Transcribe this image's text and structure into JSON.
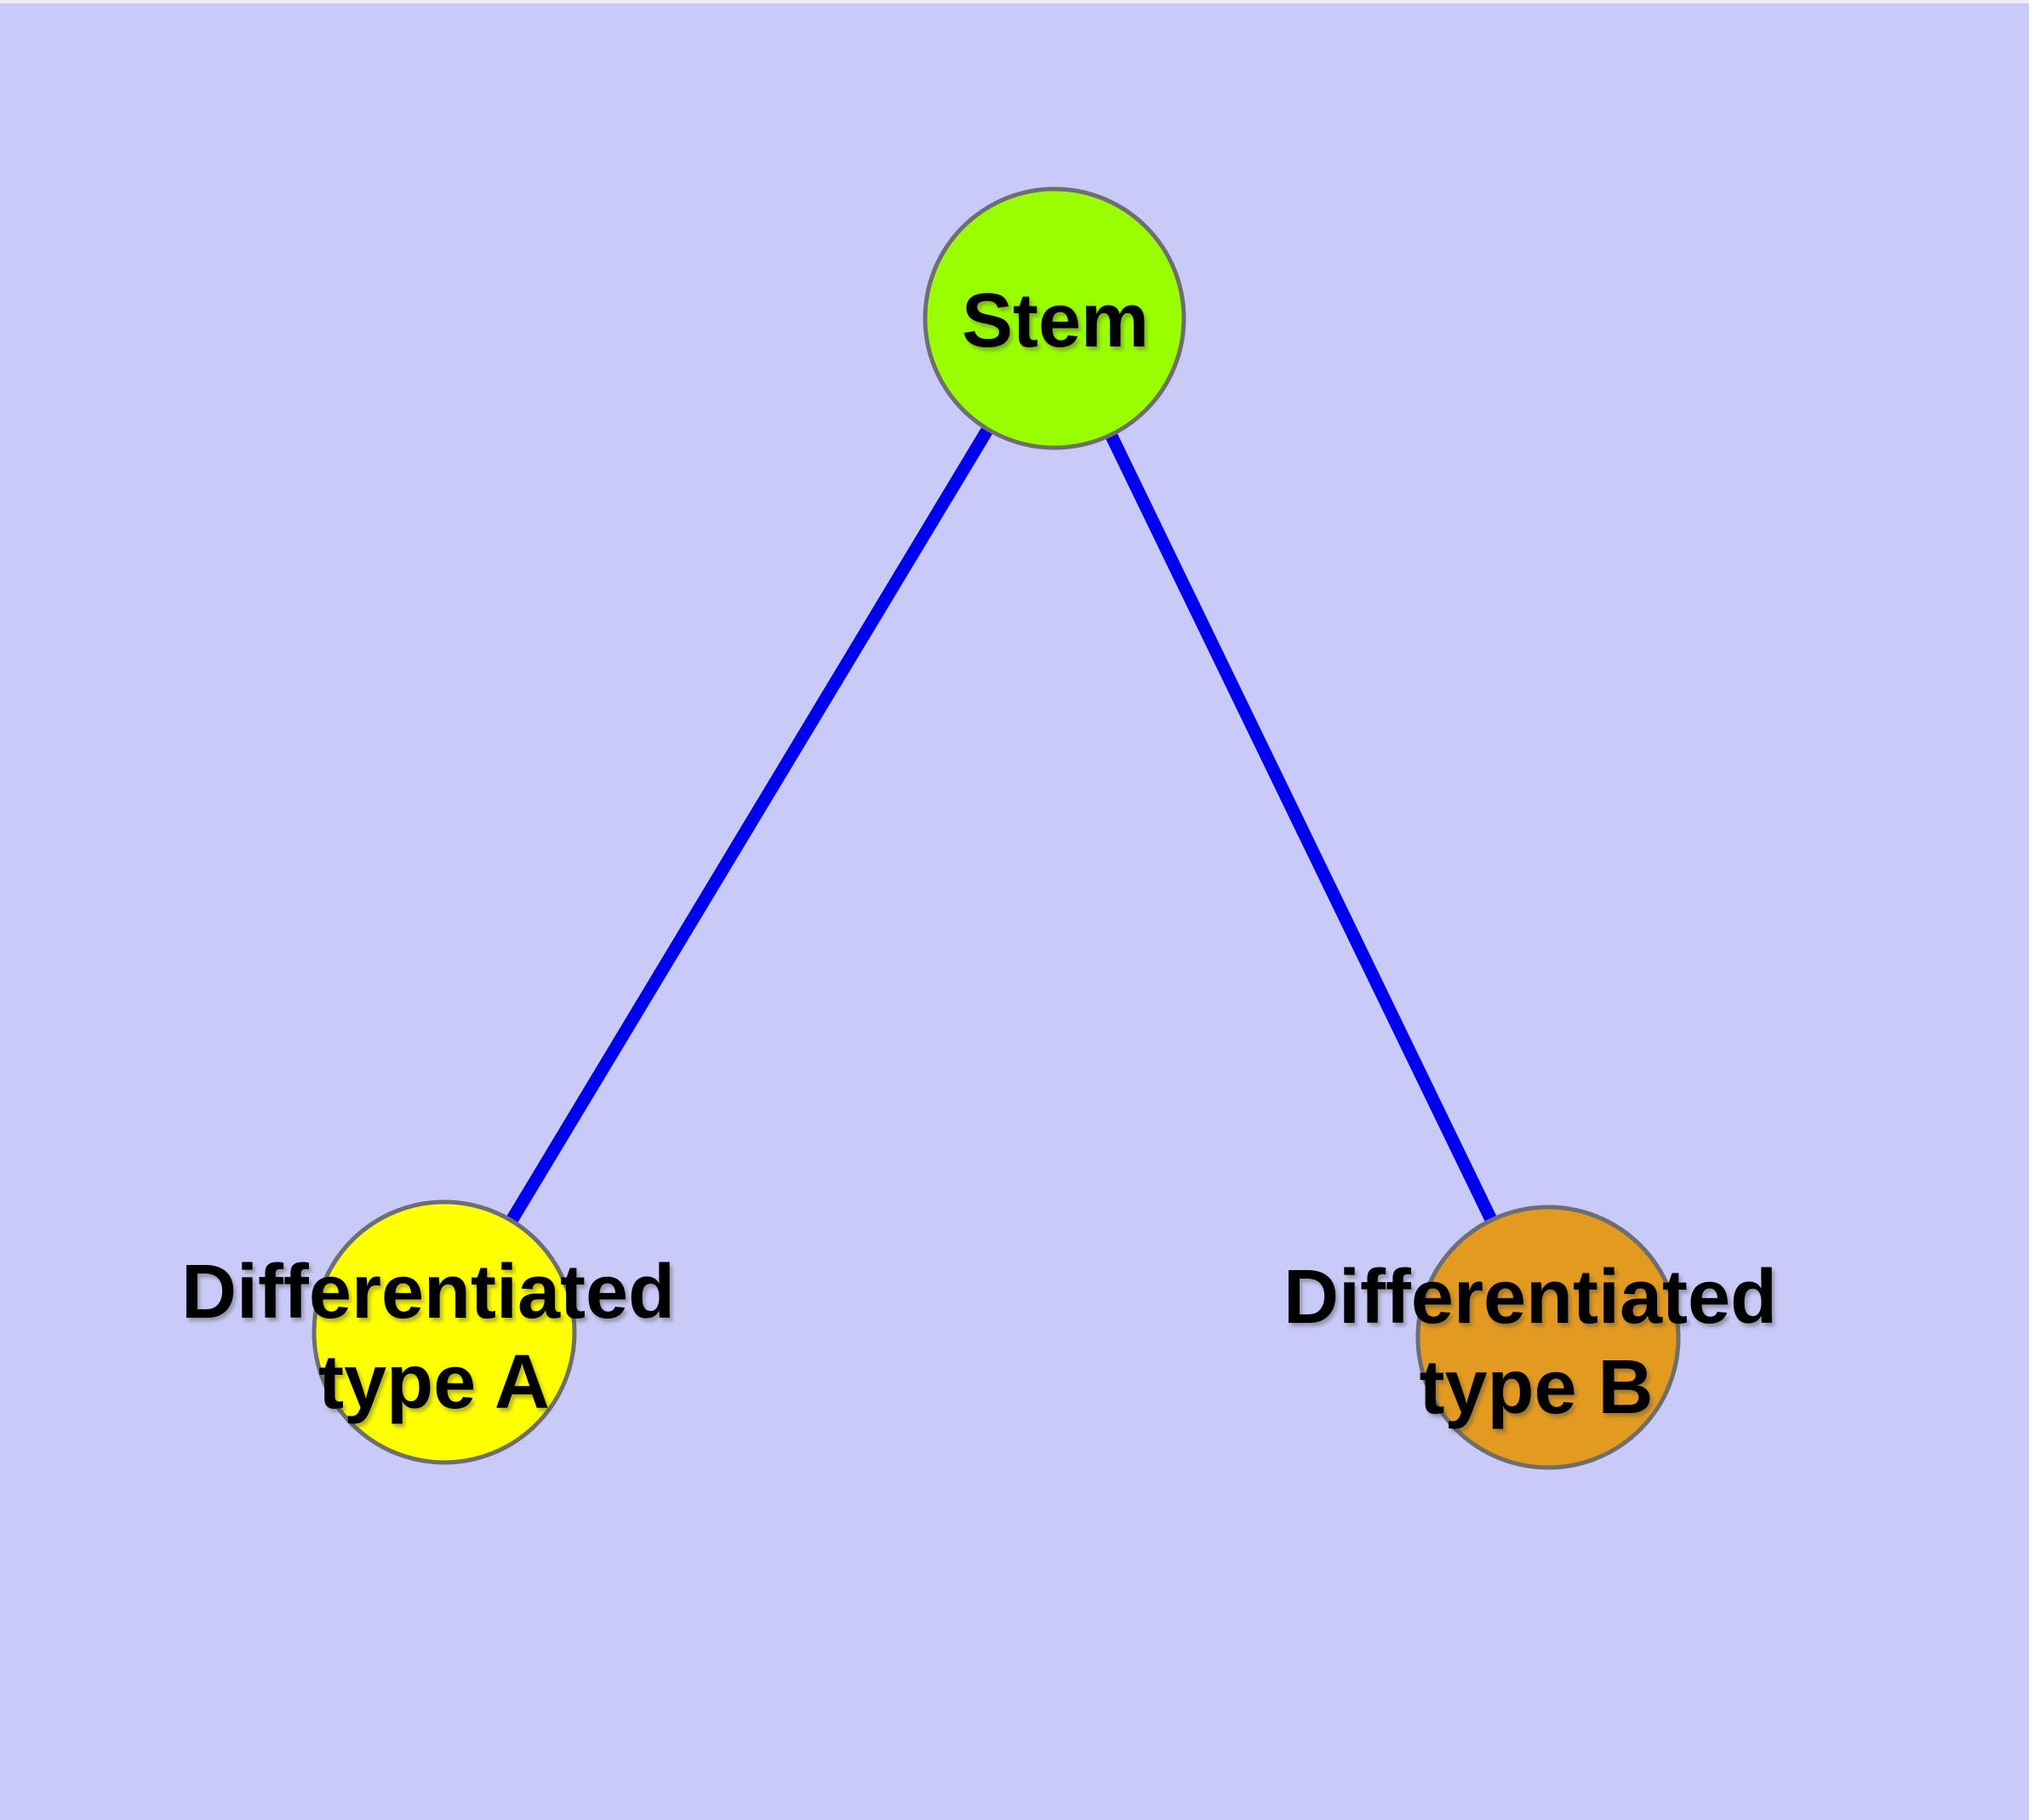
{
  "theme": {
    "background": "#cacaf8",
    "top_border": "#eeeef4",
    "edge_color": "#0000ee",
    "node_border_color": "#6e6e6e",
    "text_color": "#000000"
  },
  "diagram": {
    "type": "node-link-graph",
    "nodes": {
      "stem": {
        "label": "Stem",
        "fill": "#99ff00"
      },
      "diff_a": {
        "label_line1": "Differentiated",
        "label_line2": "type A",
        "fill": "#ffff00"
      },
      "diff_b": {
        "label_line1": "Differentiated",
        "label_line2": "type B",
        "fill": "#e39a20"
      }
    },
    "edges": [
      {
        "from": "Stem",
        "to": "Differentiated type A"
      },
      {
        "from": "Stem",
        "to": "Differentiated type B"
      }
    ]
  }
}
